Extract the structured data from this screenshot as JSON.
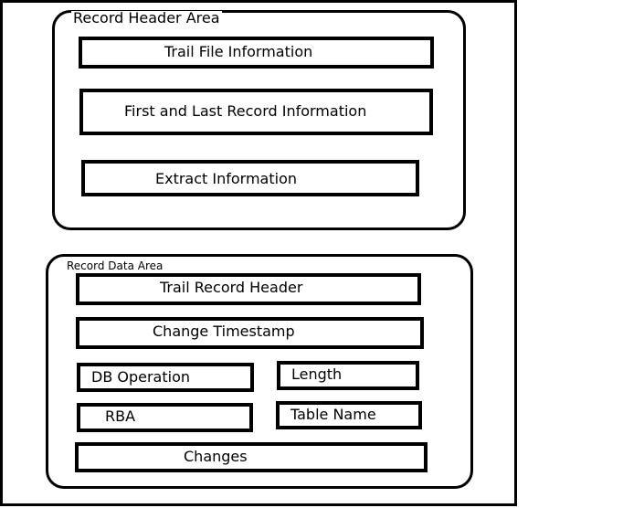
{
  "record_header_area": {
    "label": "Record Header Area",
    "boxes": {
      "trail_file_information": "Trail File Information",
      "first_and_last_record_information": "First and Last Record Information",
      "extract_information": "Extract Information"
    }
  },
  "record_data_area": {
    "label": "Record Data Area",
    "boxes": {
      "trail_record_header": "Trail Record Header",
      "change_timestamp": "Change Timestamp",
      "db_operation": "DB Operation",
      "length": "Length",
      "rba": "RBA",
      "table_name": "Table Name",
      "changes": "Changes"
    }
  }
}
